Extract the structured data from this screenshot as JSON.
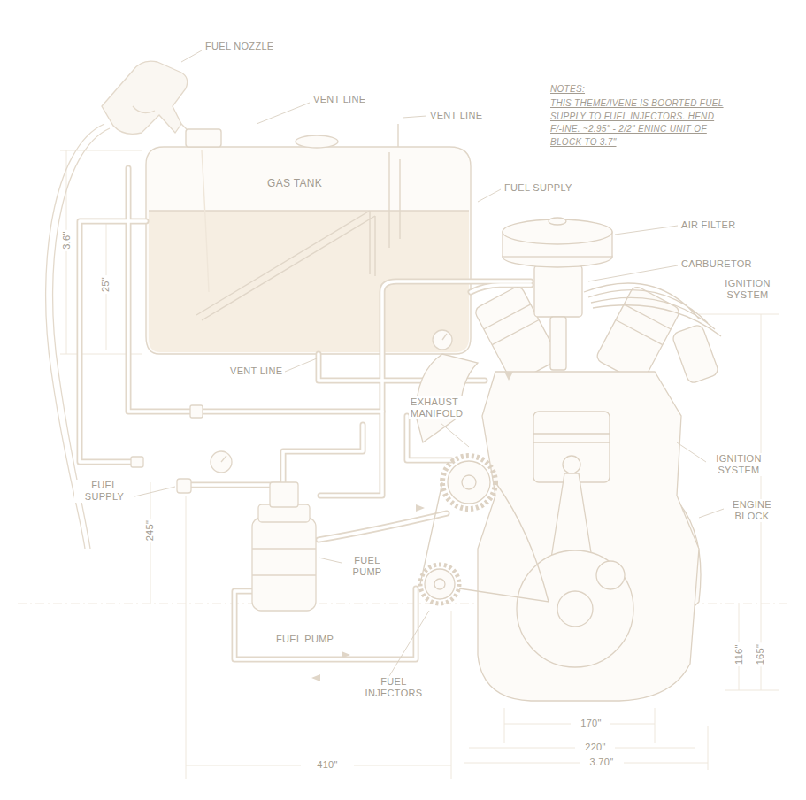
{
  "diagram": {
    "labels": [
      "FUEL NOZZLE",
      "VENT LINE",
      "VENT LINE",
      "GAS TANK",
      "FUEL SUPPLY",
      "AIR FILTER",
      "CARBURETOR",
      "IGNITION SYSTEM",
      "VENT LINE",
      "EXHAUST MANIFOLD",
      "IGNITION SYSTEM",
      "ENGINE BLOCK",
      "FUEL SUPPLY",
      "FUEL PUMP",
      "FUEL PUMP",
      "FUEL INJECTORS",
      "NOTES:",
      "THIS THEME/IVENE IS BOORTED FUEL SUPPLY TO FUEL INJECTORS. HEND F/-INE. ~2.95\" - 2/2\" ENINC UNIT OF BLOCK TO 3.7\"",
      "3.6\"",
      "25\"",
      "245\"",
      "410\"",
      "170\"",
      "220\"",
      "3.70\"",
      "116\"",
      "165\""
    ]
  }
}
